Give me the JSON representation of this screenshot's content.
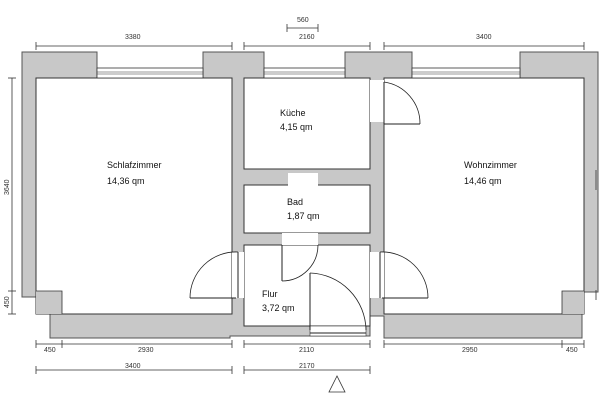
{
  "rooms": {
    "schlafzimmer": {
      "name": "Schlafzimmer",
      "area": "14,36 qm"
    },
    "kueche": {
      "name": "Küche",
      "area": "4,15 qm"
    },
    "bad": {
      "name": "Bad",
      "area": "1,87 qm"
    },
    "flur": {
      "name": "Flur",
      "area": "3,72 qm"
    },
    "wohnzimmer": {
      "name": "Wohnzimmer",
      "area": "14,46 qm"
    }
  },
  "dimensions": {
    "top": {
      "gap": "560",
      "left": "3380",
      "middle": "2160",
      "right": "3400"
    },
    "left": {
      "upper": "3640",
      "lower": "450"
    },
    "bottom_row1": {
      "a": "450",
      "b": "2930",
      "c": "2110",
      "d": "2950",
      "e": "450"
    },
    "bottom_row2": {
      "left": "3400",
      "middle": "2170"
    }
  }
}
